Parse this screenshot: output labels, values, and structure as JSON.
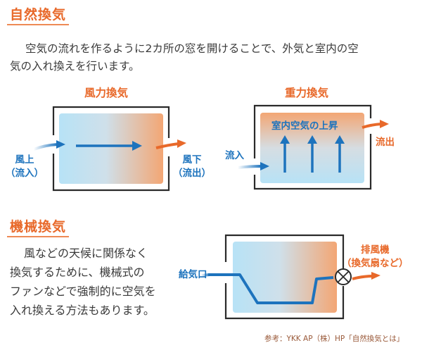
{
  "natural": {
    "heading": "自然換気",
    "desc_line1": "空気の流れを作るように2カ所の窓を開けることで、外気と室内の空",
    "desc_line2": "気の入れ換えを行います。"
  },
  "wind": {
    "title": "風力換気",
    "in_line1": "風上",
    "in_line2": "（流入）",
    "out_line1": "風下",
    "out_line2": "（流出）"
  },
  "gravity": {
    "title": "重力換気",
    "inner_label": "室内空気の上昇",
    "in_label": "流入",
    "out_label": "流出"
  },
  "mechanical": {
    "heading": "機械換気",
    "desc_lines": [
      "風などの天候に関係なく",
      "換気するために、機械式の",
      "ファンなどで強制的に空気を",
      "入れ換える方法もあります。"
    ],
    "intake_label": "給気口",
    "exhaust_line1": "排風機",
    "exhaust_line2": "（換気扇など）"
  },
  "reference": "参考：YKK AP（株）HP「自然換気とは」",
  "colors": {
    "accent": "#e8692a",
    "blue": "#1d73bd",
    "room_blue": "#b6e1f5",
    "room_orange": "#f2a877"
  }
}
